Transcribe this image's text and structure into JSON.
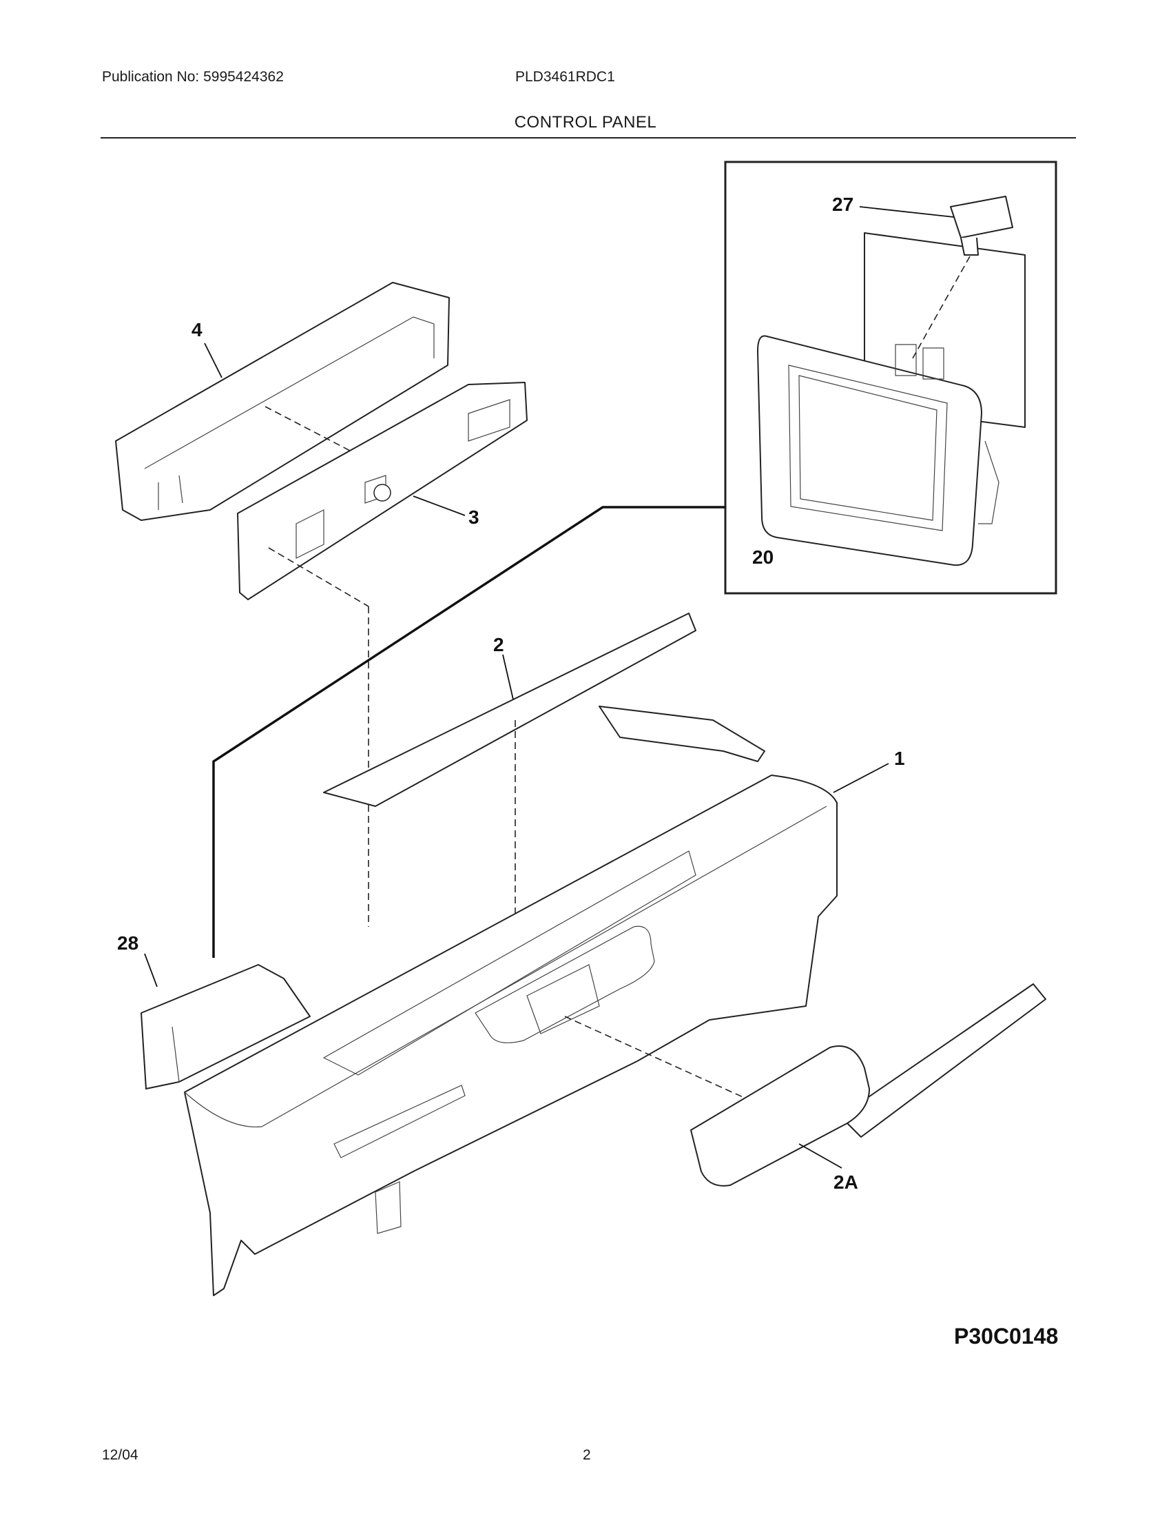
{
  "header": {
    "publication": "Publication No: 5995424362",
    "model": "PLD3461RDC1",
    "section_title": "CONTROL PANEL"
  },
  "callouts": {
    "c1": "1",
    "c2": "2",
    "c2a": "2A",
    "c3": "3",
    "c4": "4",
    "c20": "20",
    "c27": "27",
    "c28": "28"
  },
  "diagram_code": "P30C0148",
  "footer": {
    "date": "12/04",
    "page": "2"
  }
}
